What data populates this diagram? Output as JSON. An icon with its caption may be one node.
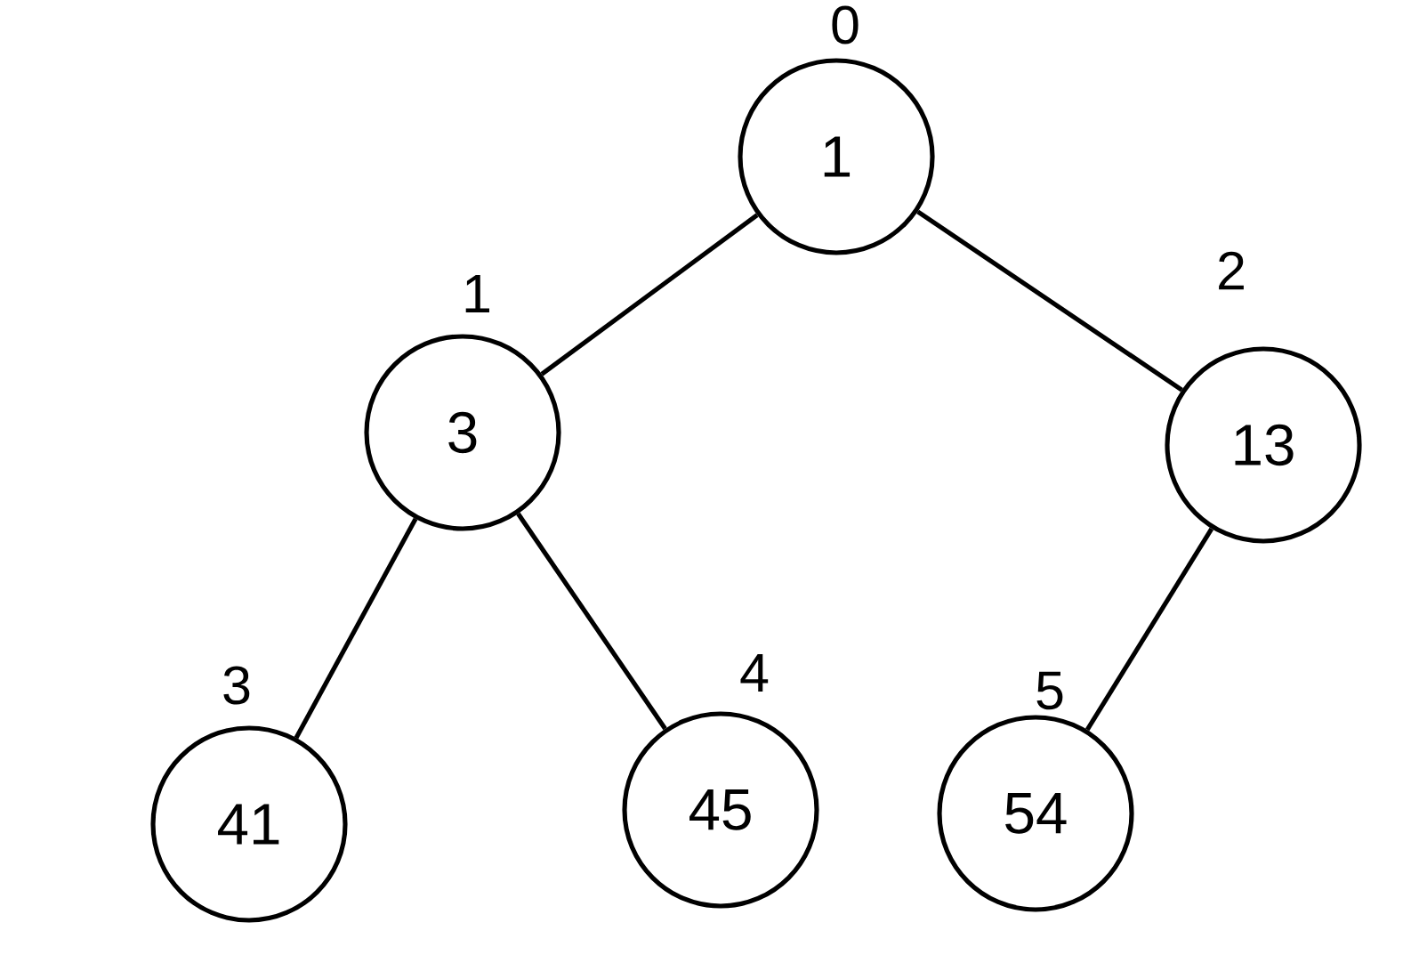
{
  "diagram": {
    "nodes": [
      {
        "text": [
          "1"
        ],
        "beside": [
          "0"
        ]
      },
      {
        "text": [
          "3"
        ],
        "beside": [
          "1"
        ]
      },
      {
        "text": [
          "13"
        ],
        "beside": [
          "2"
        ]
      },
      {
        "text": [
          "41"
        ],
        "beside": [
          "3"
        ]
      },
      {
        "text": [
          "45"
        ],
        "beside": [
          "4"
        ]
      },
      {
        "text": [
          "54"
        ],
        "beside": [
          "5"
        ]
      }
    ],
    "edges": [
      {
        "from": 0,
        "to": 1,
        "arrow": "none"
      },
      {
        "from": 0,
        "to": 2,
        "arrow": "none"
      },
      {
        "from": 1,
        "to": 3,
        "arrow": "none"
      },
      {
        "from": 1,
        "to": 4,
        "arrow": "none"
      },
      {
        "from": 2,
        "to": 5,
        "arrow": "none"
      }
    ]
  }
}
